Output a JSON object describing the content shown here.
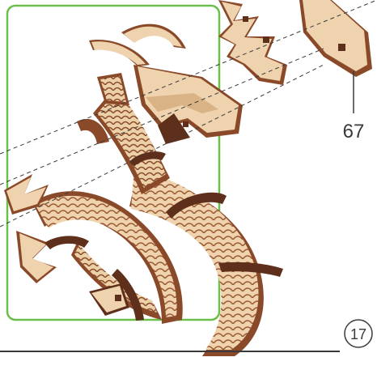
{
  "page": {
    "number": "17"
  },
  "callout": {
    "part_number": "67"
  },
  "illustration": {
    "subject": "wooden-dragon-assembly",
    "colors": {
      "wood_light": "#efd3ae",
      "wood_mid": "#d9b285",
      "wood_edge": "#8a4a2a",
      "wood_edge_dark": "#5e2f1a",
      "highlight_frame": "#6cbf4a",
      "guide_line": "#3a3a3a"
    }
  },
  "footer": {
    "rule_color": "#3a3a3a"
  }
}
